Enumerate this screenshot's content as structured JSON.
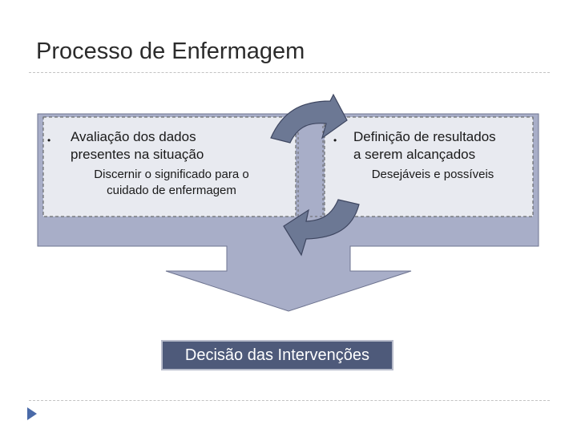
{
  "slide": {
    "title": "Processo de Enfermagem"
  },
  "left_panel": {
    "bullet": "•",
    "line1": "Avaliação dos dados",
    "line2": "presentes  na situação",
    "sub_line1": "Discernir o significado para o",
    "sub_line2": "cuidado de enfermagem"
  },
  "right_panel": {
    "bullet": "•",
    "line1": "Definição de resultados",
    "line2": "a serem alcançados",
    "sub_line1": "Desejáveis e possíveis"
  },
  "decision": {
    "label": "Decisão das Intervenções"
  },
  "colors": {
    "frame_fill": "#a8aec8",
    "frame_stroke": "#6e7490",
    "panel_fill": "#e8eaf0",
    "arrow_fill": "#6c7894",
    "decision_fill": "#4e5a7a",
    "nav_marker": "#4a6aa8"
  },
  "icons": {
    "nav_marker": "triangle-right-icon",
    "cycle_arrows": "circular-arrows-icon"
  }
}
